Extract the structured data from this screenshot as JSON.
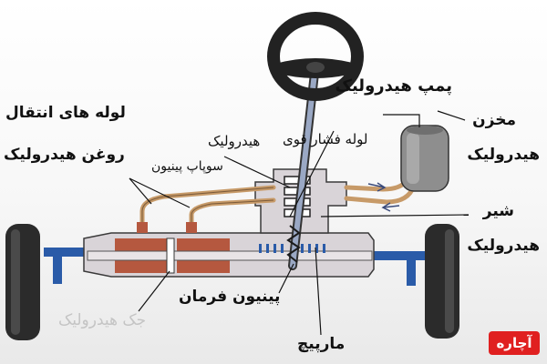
{
  "labels": {
    "hydraulic_pump": "پمپ هیدرولیک",
    "reservoir_line1": "مخزن",
    "reservoir_line2": "هیدرولیک",
    "transfer_pipes_line1": "لوله های انتقال",
    "transfer_pipes_line2": "روغن هیدرولیک",
    "high_pressure_line1": "لوله فشار قوی",
    "high_pressure_line2": "هیدرولیک",
    "pinion_valve": "سوپاپ پینیون",
    "valve_line1": "شیر",
    "valve_line2": "هیدرولیک",
    "steering_pinion": "پینیون فرمان",
    "hydraulic_jack": "جک هیدرولیک",
    "worm_gear": "مارپیچ"
  },
  "brand": "آچاره",
  "colors": {
    "housing": "#d9d4d8",
    "cylinder": "#b5583f",
    "pipe": "#c79a68",
    "tie_rod": "#2a5ba8",
    "wheel": "#2b2b2b"
  }
}
